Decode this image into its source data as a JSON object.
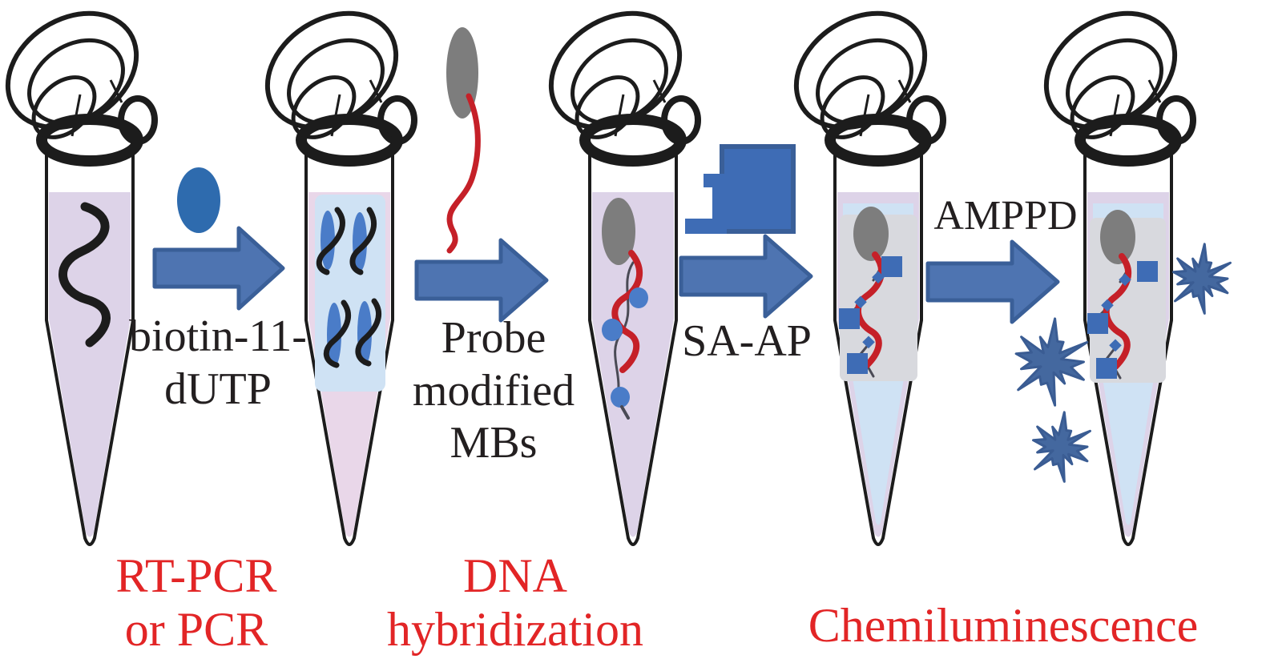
{
  "title": "Chemiluminescent DNA detection workflow",
  "colors": {
    "outline": "#1c1c1c",
    "ink": "#231f20",
    "red-text": "#e22526",
    "red-line": "#c52028",
    "lavender": "#ddd3e8",
    "pink": "#e9d7e9",
    "lightblue": "#cfe2f4",
    "panel": "#d8d9de",
    "arrow-fill": "#4e74b1",
    "arrow-stroke": "#3a5f98",
    "deep-blue": "#2e6bae",
    "capsule-blue": "#4a7cc8",
    "square-blue": "#3e6cb5",
    "burst-fill": "#44689f",
    "burst-stroke": "#3a5c93",
    "gray": "#7d7d7d"
  },
  "labels": {
    "biotin_line1": "biotin-11-",
    "biotin_line2": "dUTP",
    "probe_line1": "Probe",
    "probe_line2": "modified",
    "probe_line3": "MBs",
    "sa_ap": "SA-AP",
    "amppd": "AMPPD",
    "stage1_line1": "RT-PCR",
    "stage1_line2": "or PCR",
    "stage2_line1": "DNA",
    "stage2_line2": "hybridization",
    "stage3": "Chemiluminescence"
  },
  "icons": [
    {
      "name": "biotin-dutp-icon",
      "shape": "blue-oval"
    },
    {
      "name": "probe-mb-icon",
      "shape": "gray-oval-with-red-strand"
    },
    {
      "name": "sa-ap-enzyme-icon",
      "shape": "blue-square-with-steps"
    },
    {
      "name": "chemiluminescence-burst-icon",
      "shape": "blue-starburst"
    },
    {
      "name": "process-arrow-icon",
      "shape": "right-arrow"
    }
  ]
}
